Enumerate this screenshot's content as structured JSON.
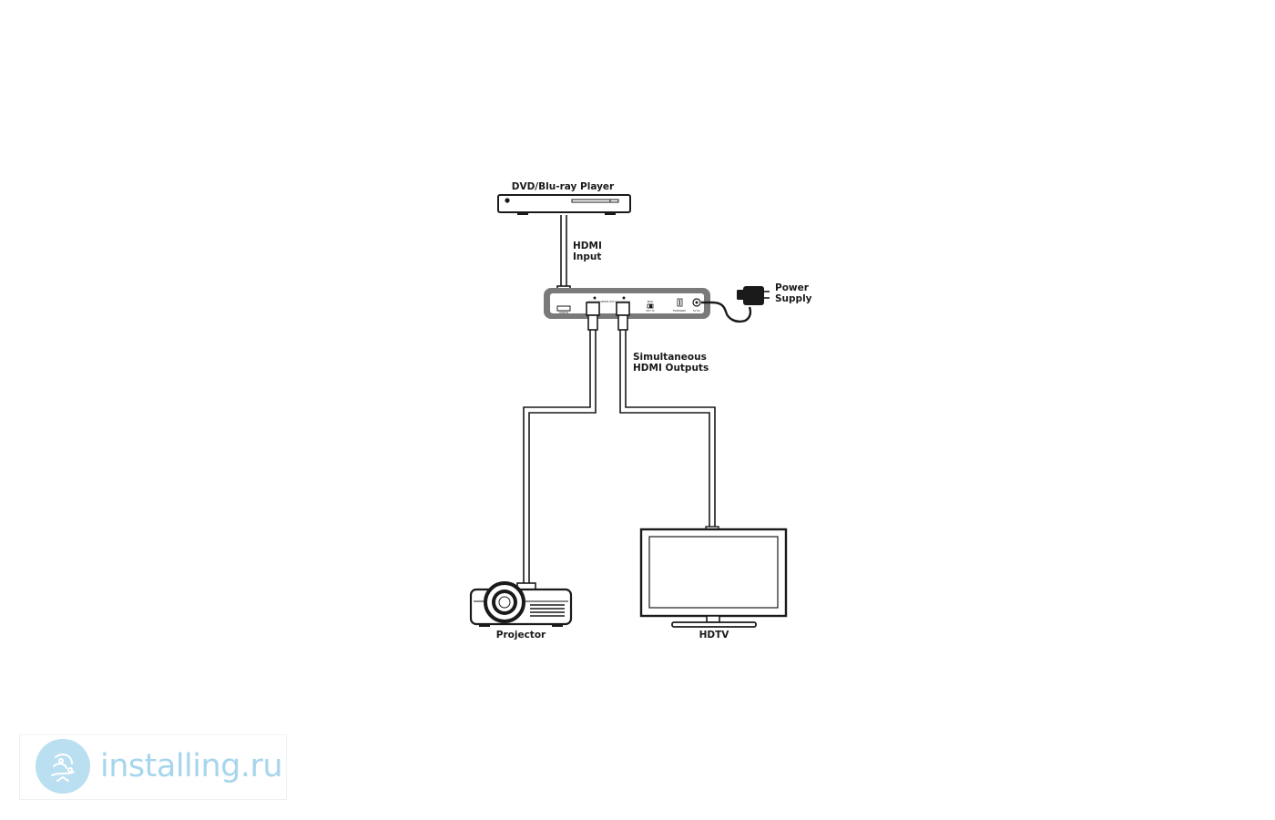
{
  "labels": {
    "source": "DVD/Blu-ray Player",
    "hdmi_input_line1": "HDMI",
    "hdmi_input_line2": "Input",
    "power_line1": "Power",
    "power_line2": "Supply",
    "outputs_line1": "Simultaneous",
    "outputs_line2": "HDMI Outputs",
    "projector": "Projector",
    "hdtv": "HDTV"
  },
  "watermark": {
    "text": "installing.ru",
    "color": "#a6d6ec",
    "logo_color": "#b9dff0"
  },
  "colors": {
    "line": "#1a1a1a",
    "splitter_frame": "#7a7a7a"
  }
}
